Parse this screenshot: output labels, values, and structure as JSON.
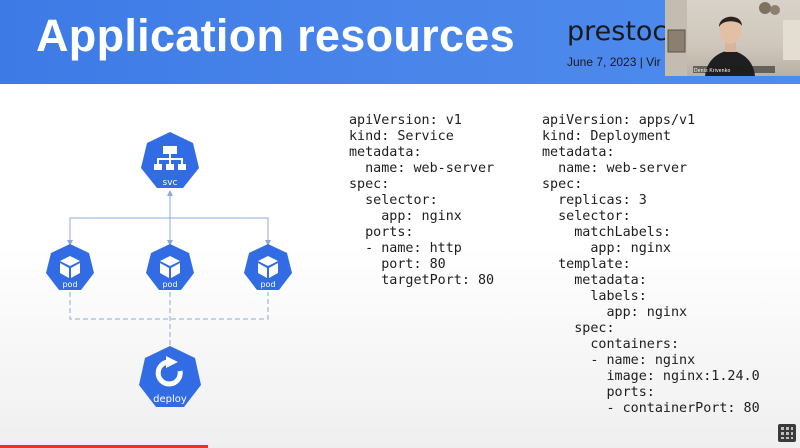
{
  "slide": {
    "title": "Application resources",
    "brand": "prestoco",
    "event": "June 7, 2023 | Vir"
  },
  "speaker": {
    "name": "Denis Krivenko"
  },
  "diagram": {
    "service_label": "svc",
    "pod_label": "pod",
    "deployment_label": "deploy"
  },
  "yaml": {
    "service": "apiVersion: v1\nkind: Service\nmetadata:\n  name: web-server\nspec:\n  selector:\n    app: nginx\n  ports:\n  - name: http\n    port: 80\n    targetPort: 80",
    "deployment": "apiVersion: apps/v1\nkind: Deployment\nmetadata:\n  name: web-server\nspec:\n  replicas: 3\n  selector:\n    matchLabels:\n      app: nginx\n  template:\n    metadata:\n      labels:\n        app: nginx\n    spec:\n      containers:\n      - name: nginx\n        image: nginx:1.24.0\n        ports:\n        - containerPort: 80"
  },
  "video": {
    "progress_fraction": 0.26
  },
  "colors": {
    "header": "#4a86ea",
    "k8s_blue": "#326ce5",
    "progress": "#e8322a"
  },
  "icons": [
    "network-icon",
    "cube-icon",
    "refresh-icon",
    "video-player-logo-icon"
  ]
}
